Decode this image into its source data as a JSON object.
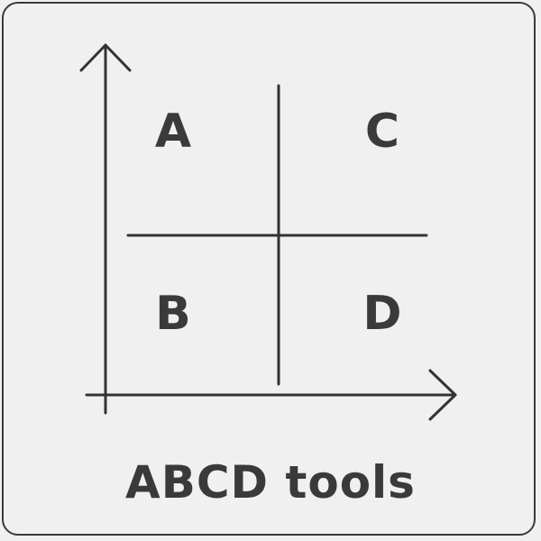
{
  "quadrants": {
    "top_left": "A",
    "bottom_left": "B",
    "top_right": "C",
    "bottom_right": "D"
  },
  "caption": "ABCD tools",
  "colors": {
    "stroke": "#333333",
    "background": "#f0f0f0"
  }
}
